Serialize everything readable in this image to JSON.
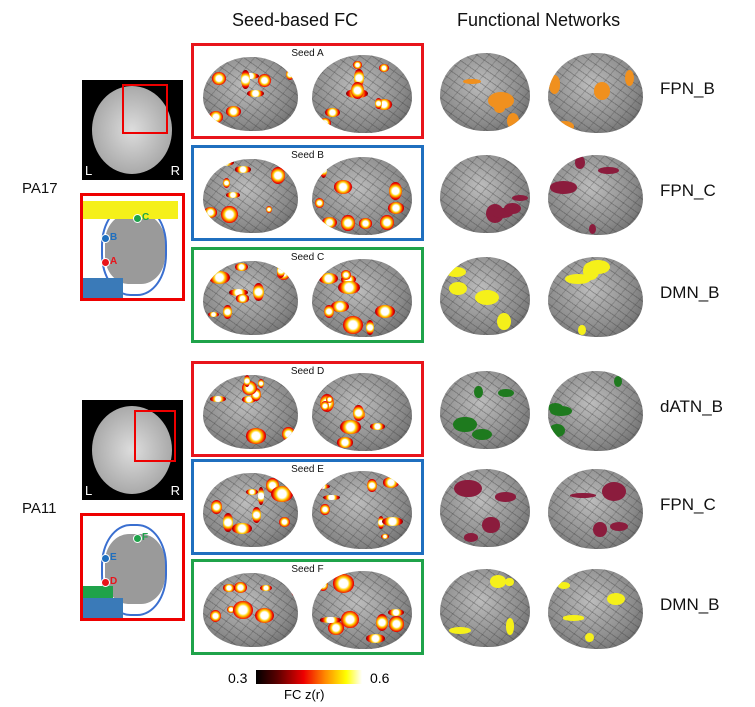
{
  "headers": {
    "seed_fc": "Seed-based FC",
    "networks": "Functional Networks"
  },
  "patients": [
    {
      "id": "PA17",
      "L": "L",
      "R": "R",
      "seeds": [
        {
          "label": "Seed A",
          "letter": "A",
          "box_color": "#e8141b",
          "network": "FPN_B",
          "net_color": "#f0901e"
        },
        {
          "label": "Seed B",
          "letter": "B",
          "box_color": "#1f6fbf",
          "network": "FPN_C",
          "net_color": "#8b1c3d"
        },
        {
          "label": "Seed C",
          "letter": "C",
          "box_color": "#1fa34a",
          "network": "DMN_B",
          "net_color": "#f5f01a"
        }
      ]
    },
    {
      "id": "PA11",
      "L": "L",
      "R": "R",
      "seeds": [
        {
          "label": "Seed D",
          "letter": "D",
          "box_color": "#e8141b",
          "network": "dATN_B",
          "net_color": "#1e7a1e"
        },
        {
          "label": "Seed E",
          "letter": "E",
          "box_color": "#1f6fbf",
          "network": "FPN_C",
          "net_color": "#8b1c3d"
        },
        {
          "label": "Seed F",
          "letter": "F",
          "box_color": "#1fa34a",
          "network": "DMN_B",
          "net_color": "#f5f01a"
        }
      ]
    }
  ],
  "colorbar": {
    "min": "0.3",
    "max": "0.6",
    "label": "FC z(r)"
  }
}
